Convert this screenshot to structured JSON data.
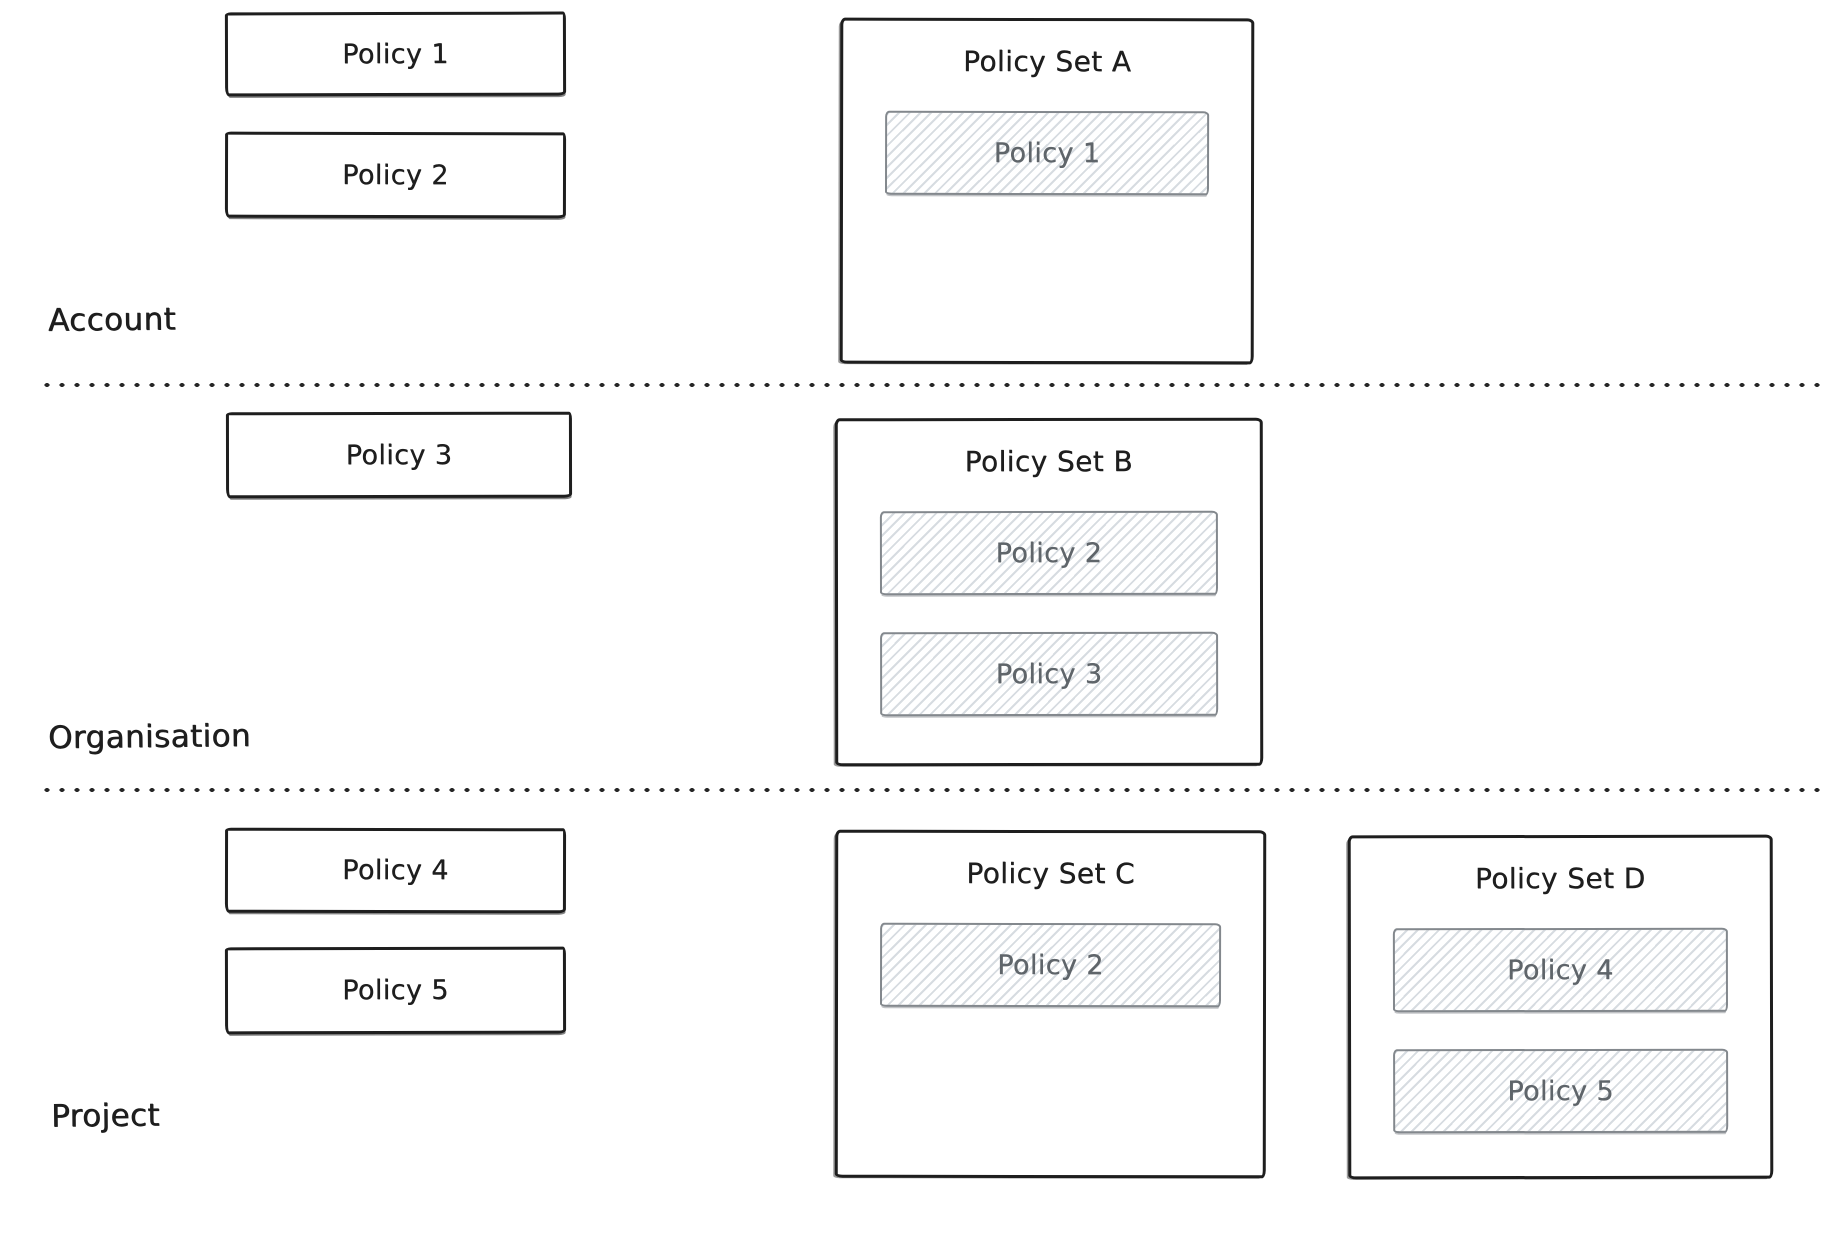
{
  "colors": {
    "ink": "#1e1e1e",
    "member-border": "#83888d",
    "member-text": "#5f656a",
    "hatch": "#d7dce1",
    "dot": "#262626",
    "background": "#ffffff"
  },
  "sections": [
    {
      "label": "Account",
      "policies": [
        "Policy 1",
        "Policy 2"
      ],
      "policy_sets": [
        {
          "title": "Policy Set A",
          "members": [
            "Policy 1"
          ]
        }
      ]
    },
    {
      "label": "Organisation",
      "policies": [
        "Policy 3"
      ],
      "policy_sets": [
        {
          "title": "Policy Set B",
          "members": [
            "Policy 2",
            "Policy 3"
          ]
        }
      ]
    },
    {
      "label": "Project",
      "policies": [
        "Policy 4",
        "Policy 5"
      ],
      "policy_sets": [
        {
          "title": "Policy Set C",
          "members": [
            "Policy 2"
          ]
        },
        {
          "title": "Policy Set D",
          "members": [
            "Policy 4",
            "Policy 5"
          ]
        }
      ]
    }
  ]
}
